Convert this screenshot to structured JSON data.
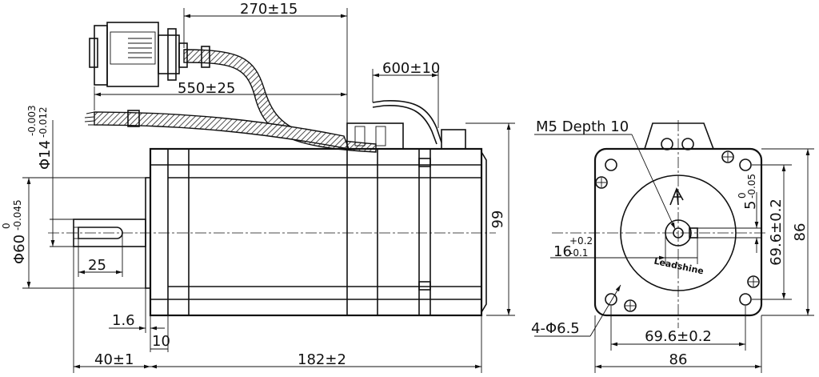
{
  "side_view": {
    "dims": {
      "cable_encoder": "270±15",
      "cable_power": "550±25",
      "connector_lead": "600±10",
      "shaft_diameter_main": "Φ14",
      "shaft_diameter_tol_upper": "-0.003",
      "shaft_diameter_tol_lower": "-0.012",
      "pilot_diameter_main": "Φ60",
      "pilot_diameter_tol_upper": "0",
      "pilot_diameter_tol_lower": "-0.045",
      "key_length": "25",
      "pilot_depth": "1.6",
      "flange_thickness": "10",
      "shaft_length": "40±1",
      "body_length": "182±2",
      "height": "99"
    }
  },
  "front_view": {
    "labels": {
      "thread": "M5 Depth 10",
      "holes": "4-Φ6.5",
      "brand": "Leadshine"
    },
    "dims": {
      "keyway_depth_main": "5",
      "keyway_depth_tol_upper": "0",
      "keyway_depth_tol_lower": "-0.05",
      "keyway_width_main": "16",
      "keyway_width_tol_upper": "+0.2",
      "keyway_width_tol_lower": "-0.1",
      "bolt_spacing_vertical": "69.6±0.2",
      "bolt_spacing_horizontal": "69.6±0.2",
      "flange_height": "86",
      "flange_width": "86"
    }
  }
}
